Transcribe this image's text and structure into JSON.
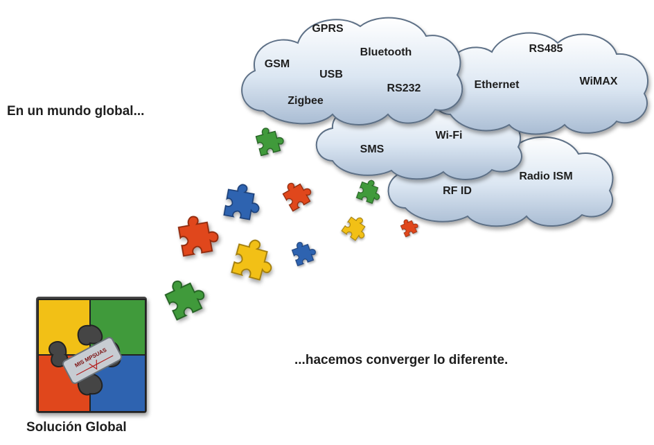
{
  "captions": {
    "intro": "En un mundo global...",
    "tagline": "...hacemos converger lo diferente.",
    "solution": "Solución Global"
  },
  "clouds": {
    "left": [
      "GPRS",
      "Bluetooth",
      "GSM",
      "USB",
      "RS232",
      "Zigbee"
    ],
    "right": [
      "RS485",
      "Ethernet",
      "WiMAX"
    ],
    "middle": [
      "Wi-Fi",
      "SMS"
    ],
    "bottom": [
      "Radio ISM",
      "RF ID"
    ]
  },
  "badge": {
    "text": "MIS MPSUAS"
  },
  "colors": {
    "cloud_fill": "#cfdeef",
    "cloud_stroke": "#5d6f86",
    "piece_blue": "#2f64b0",
    "piece_orange": "#e0461b",
    "piece_yellow": "#f2c018",
    "piece_green": "#3f9a3a",
    "text": "#1e1e1e"
  }
}
